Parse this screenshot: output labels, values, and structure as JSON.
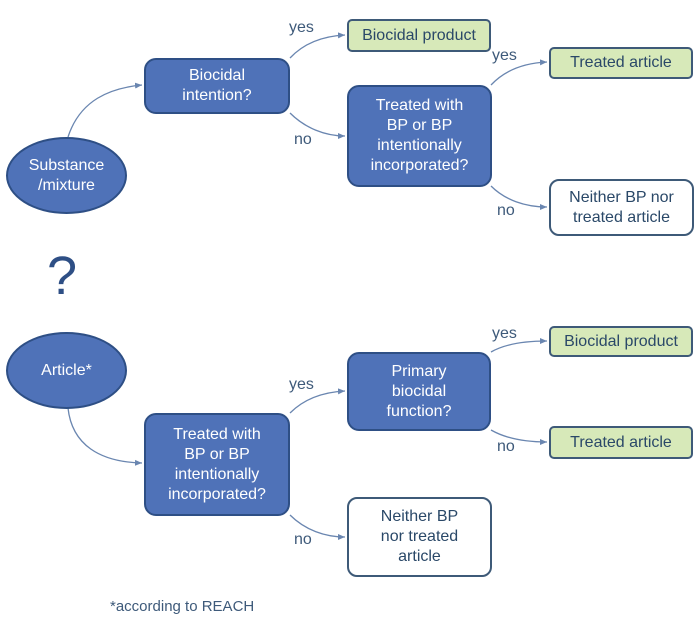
{
  "colors": {
    "decision_fill": "#4f72b8",
    "decision_border": "#2e4f85",
    "outcome_green_fill": "#d7e9b9",
    "outcome_border": "#3e5a78",
    "text_dark": "#2a4868",
    "connector": "#6a86b0"
  },
  "top_flow": {
    "start": "Substance\n/mixture",
    "q1": "Biocidal\nintention?",
    "q1_yes_label": "yes",
    "q1_no_label": "no",
    "q1_yes_outcome": "Biocidal product",
    "q2": "Treated with\nBP or BP\nintentionally\nincorporated?",
    "q2_yes_label": "yes",
    "q2_no_label": "no",
    "q2_yes_outcome": "Treated article",
    "q2_no_outcome": "Neither BP nor\ntreated article"
  },
  "separator": "?",
  "bottom_flow": {
    "start": "Article*",
    "q1": "Treated with\nBP or BP\nintentionally\nincorporated?",
    "q1_yes_label": "yes",
    "q1_no_label": "no",
    "q1_no_outcome": "Neither BP\nnor treated\narticle",
    "q2": "Primary\nbiocidal\nfunction?",
    "q2_yes_label": "yes",
    "q2_no_label": "no",
    "q2_yes_outcome": "Biocidal product",
    "q2_no_outcome": "Treated article"
  },
  "footnote": "*according to REACH"
}
